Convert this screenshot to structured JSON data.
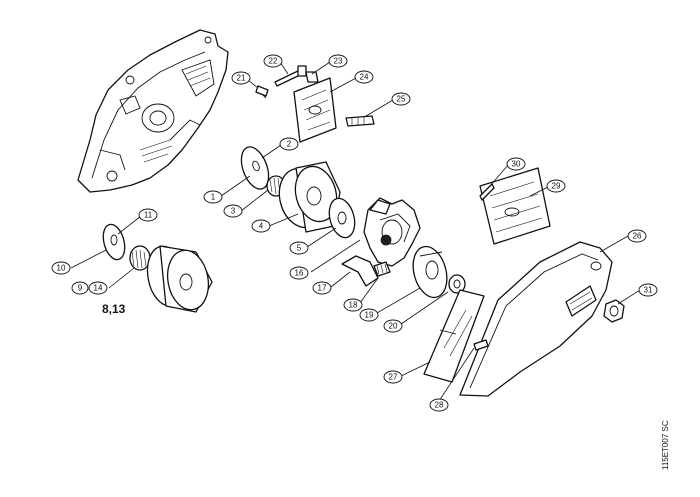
{
  "diagram": {
    "callouts": [
      "1",
      "2",
      "3",
      "4",
      "5",
      "8,13",
      "9",
      "10",
      "11",
      "14",
      "16",
      "17",
      "18",
      "19",
      "20",
      "21",
      "22",
      "23",
      "24",
      "25",
      "26",
      "27",
      "28",
      "29",
      "30",
      "31"
    ],
    "code": "115ET007 SC"
  }
}
